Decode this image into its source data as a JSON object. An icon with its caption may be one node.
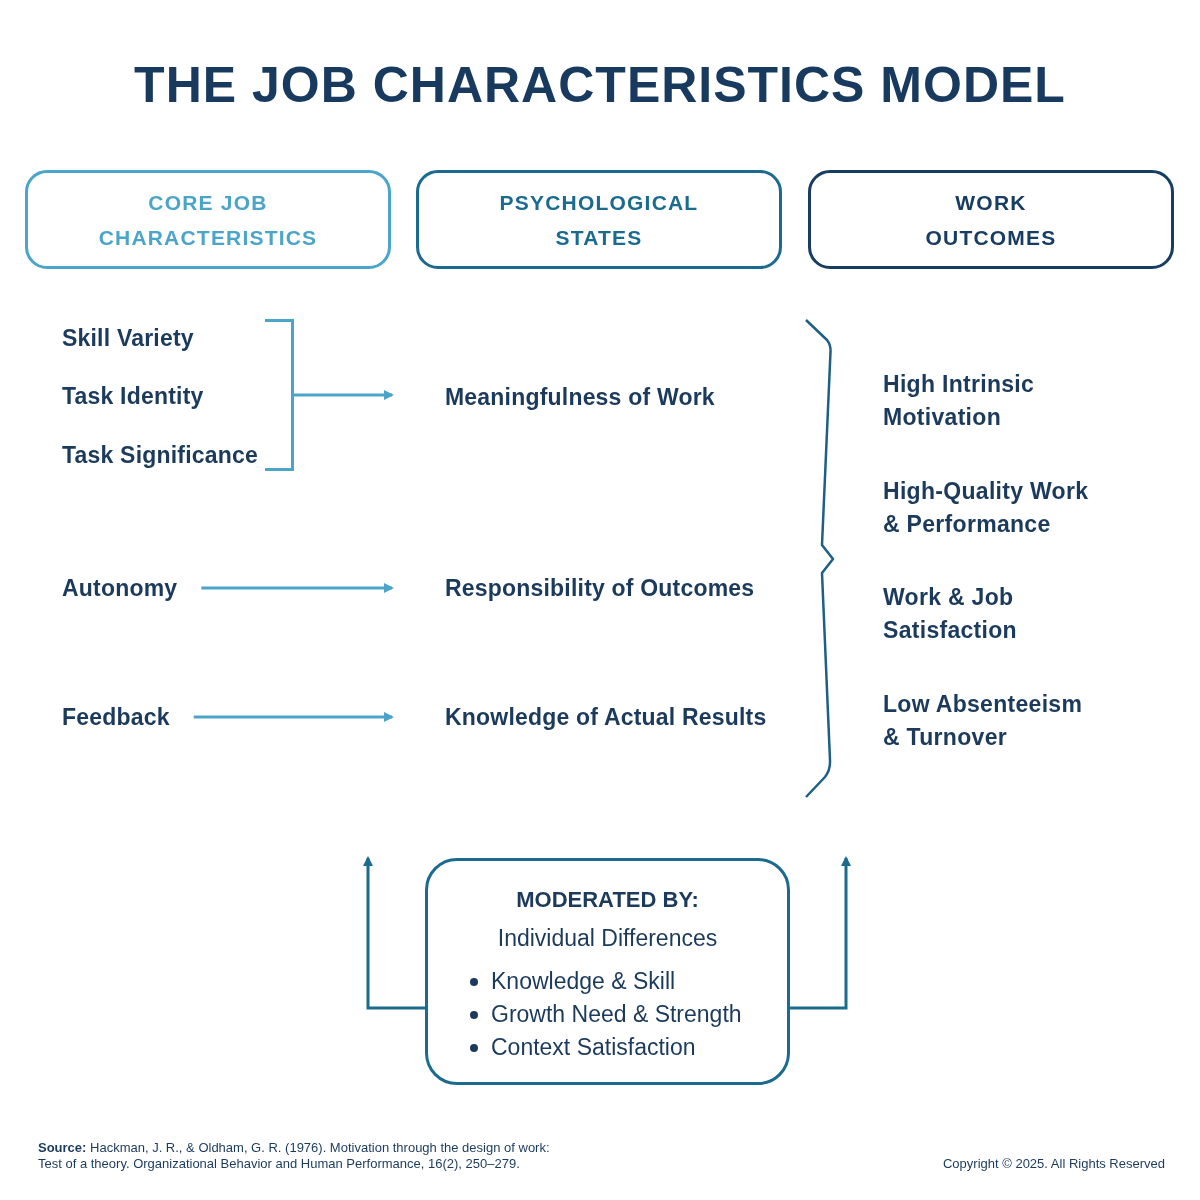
{
  "diagram": {
    "title": "THE JOB CHARACTERISTICS MODEL",
    "nodes": [
      {
        "text": [
          "CORE JOB CHARACTERISTICS"
        ]
      },
      {
        "text": [
          "PSYCHOLOGICAL STATES"
        ]
      },
      {
        "text": [
          "WORK OUTCOMES"
        ]
      },
      {
        "text": [
          "Skill Variety"
        ]
      },
      {
        "text": [
          "Task Identity"
        ]
      },
      {
        "text": [
          "Task Significance"
        ]
      },
      {
        "text": [],
        "shape": "bracket"
      },
      {
        "text": [
          "Meaningfulness of Work"
        ]
      },
      {
        "text": [
          "Autonomy"
        ]
      },
      {
        "text": [
          "Responsibility of Outcomes"
        ]
      },
      {
        "text": [
          "Feedback"
        ]
      },
      {
        "text": [
          "Knowledge of Actual Results"
        ]
      },
      {
        "text": [
          "High Intrinsic Motivation"
        ]
      },
      {
        "text": [
          "High-Quality Work & Performance"
        ]
      },
      {
        "text": [
          "Work & Job Satisfaction"
        ]
      },
      {
        "text": [
          "Low Absenteeism & Turnover"
        ]
      },
      {
        "text": [
          "MODERATED BY:",
          "Individual Differences",
          "Knowledge & Skill",
          "Growth Need & Strength",
          "Context Satisfaction"
        ]
      }
    ],
    "edges": [
      {
        "from": 6,
        "to": 7,
        "arrow": "to"
      },
      {
        "from": 8,
        "to": 9,
        "arrow": "to"
      },
      {
        "from": 10,
        "to": 11,
        "arrow": "to"
      },
      {
        "from": 16,
        "to": null,
        "arrow": "to",
        "color": "#1b6b8f"
      },
      {
        "from": 16,
        "to": null,
        "arrow": "to",
        "color": "#1b6b8f"
      }
    ],
    "labels": [
      "**Source:** Hackman, J. R., & Oldham, G. R. (1976). Motivation through the design of work: Test of a theory. Organizational Behavior and Human Performance, 16(2), 250–279.",
      "Copyright © 2025. All Rights Reserved"
    ]
  }
}
